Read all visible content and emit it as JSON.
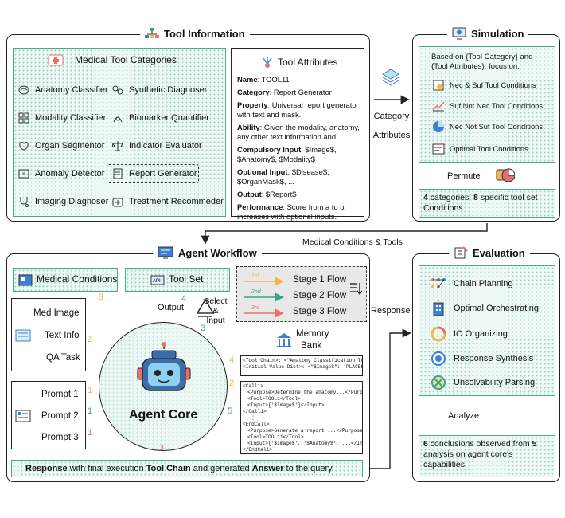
{
  "tool_information": {
    "title": "Tool Information",
    "categories_title": "Medical Tool Categories",
    "categories": [
      "Anatomy Classifier",
      "Synthetic Diagnoser",
      "Modality Classifier",
      "Biomarker Quantifier",
      "Organ Segmentor",
      "Indicator Evaluator",
      "Anomaly Detector",
      "Report Generator",
      "Imaging Diagnoser",
      "Treatment Recommeder"
    ],
    "attributes_title": "Tool Attributes",
    "attributes": [
      {
        "label": "Name",
        "value": ": TOOL11"
      },
      {
        "label": "Category",
        "value": ": Report Generator"
      },
      {
        "label": "Property",
        "value": ": Universal report generator with text and mask."
      },
      {
        "label": "Ability",
        "value": ": Given the modality, anatomy, any other text information and ..."
      },
      {
        "label": "Compulsory Input",
        "value": ": $Image$, $Anatomy$, $Modality$"
      },
      {
        "label": "Optional Input",
        "value": ": $Disease$, $OrganMask$, ..."
      },
      {
        "label": "Output",
        "value": ": $Report$"
      },
      {
        "label": "Performance",
        "value": ": Score from a to b, increases with optional inputs."
      }
    ]
  },
  "category_attributes_label": [
    "Category",
    "Attributes"
  ],
  "simulation": {
    "title": "Simulation",
    "intro": "Based on {Tool Category} and {Tool Attributes}, focus on:",
    "conditions": [
      "Nec & Suf Tool Conditions",
      "Suf Not Nec Tool Conditions",
      "Nec Not Suf Tool Conditions",
      "Optimal Tool Conditions"
    ],
    "permute_label": "Permute",
    "summary_num1": "4",
    "summary_text1": " categories, ",
    "summary_num2": "8",
    "summary_text2": " specific tool set Conditions."
  },
  "medical_conditions_tools_label": "Medical Conditions & Tools",
  "agent_workflow": {
    "title": "Agent Workflow",
    "medical_conditions": "Medical Conditions",
    "tool_set": "Tool Set",
    "output_label": "Output",
    "select_input_label": [
      "Select",
      "&",
      "Input"
    ],
    "stages": [
      "Stage 1 Flow",
      "Stage 2 Flow",
      "Stage 3 Flow"
    ],
    "stage_tags": [
      "1st",
      "2nd",
      "3rd"
    ],
    "inputs": [
      "Med Image",
      "Text Info",
      "QA Task"
    ],
    "prompts": [
      "Prompt 1",
      "Prompt 2",
      "Prompt 3"
    ],
    "agent_core": "Agent Core",
    "memory_bank": [
      "Memory",
      "Bank"
    ],
    "memory_line1": "<Tool Chain>: <\"Anatomy Classification Tool\" -> ...>",
    "memory_line2": "<Initial Value Dict>: <\"$Image$\": 'PLACEHOLDER_IMAGE ...>",
    "memory_code": [
      "<Call1>",
      "  <Purpose>Determine the anatomy...</Purpose>",
      "  <Tool>TOOL1</Tool>",
      "  <Input>['$Image$']</Input>",
      "</Call1>",
      "  ⋮",
      "<EndCall>",
      "  <Purpose>Generate a report ...</Purpose>",
      "  <Tool>TOOL11</Tool>",
      "  <Input>['$Image$', '$Anatomy$', ...</Input>",
      "</EndCall>"
    ],
    "step_numbers": [
      "1",
      "1",
      "1",
      "2",
      "2",
      "3",
      "3",
      "3",
      "4",
      "4",
      "5"
    ],
    "response_parts": [
      "Response",
      " with final execution ",
      "Tool Chain",
      " and generated ",
      "Answer",
      " to the query."
    ]
  },
  "response_label": "Response",
  "evaluation": {
    "title": "Evaluation",
    "items": [
      "Chain Planning",
      "Optimal Orchestrating",
      "IO Organizing",
      "Response Synthesis",
      "Unsolvability Parsing"
    ],
    "analyze_label": "Analyze",
    "summary_num1": "6",
    "summary_text1": " conclusions observed from ",
    "summary_num2": "5",
    "summary_text2": " analysis on agent core's capabilities"
  },
  "colors": {
    "teal": "#3aa38a",
    "orange": "#f0b74a",
    "red": "#e8706a",
    "panel_fill": "#eef8f5",
    "stage_fill": "#e8e8e8"
  }
}
